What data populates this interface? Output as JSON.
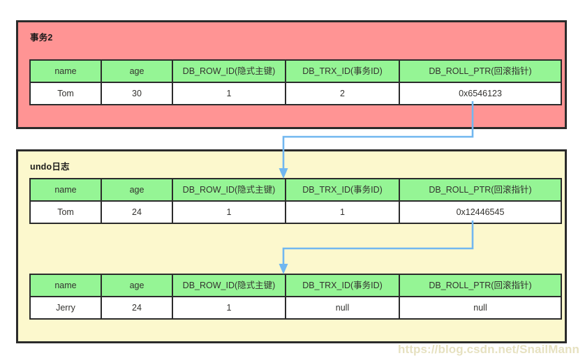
{
  "diagram": {
    "title_transaction": "事务2",
    "title_undo": "undo日志",
    "watermark": "https://blog.csdn.net/SnailMann",
    "colors": {
      "transaction_bg": "#ff9494",
      "undo_bg": "#fcf8cd",
      "header_bg": "#95f595",
      "row_bg": "#ffffff",
      "border": "#2b2b2b",
      "arrow": "#71b7f0"
    },
    "columns": [
      "name",
      "age",
      "DB_ROW_ID(隐式主键)",
      "DB_TRX_ID(事务ID)",
      "DB_ROLL_PTR(回滚指针)"
    ],
    "tables": [
      {
        "id": "transaction-record",
        "section": "事务2",
        "row": {
          "name": "Tom",
          "age": "30",
          "db_row_id": "1",
          "db_trx_id": "2",
          "db_roll_ptr": "0x6546123"
        }
      },
      {
        "id": "undo-record-1",
        "section": "undo日志",
        "row": {
          "name": "Tom",
          "age": "24",
          "db_row_id": "1",
          "db_trx_id": "1",
          "db_roll_ptr": "0x12446545"
        }
      },
      {
        "id": "undo-record-2",
        "section": "undo日志",
        "row": {
          "name": "Jerry",
          "age": "24",
          "db_row_id": "1",
          "db_trx_id": "null",
          "db_roll_ptr": "null"
        }
      }
    ],
    "arrows": [
      {
        "name": "rollptr-link-1",
        "from": "transaction-record.db_roll_ptr",
        "to": "undo-record-1"
      },
      {
        "name": "rollptr-link-2",
        "from": "undo-record-1.db_roll_ptr",
        "to": "undo-record-2"
      }
    ]
  }
}
